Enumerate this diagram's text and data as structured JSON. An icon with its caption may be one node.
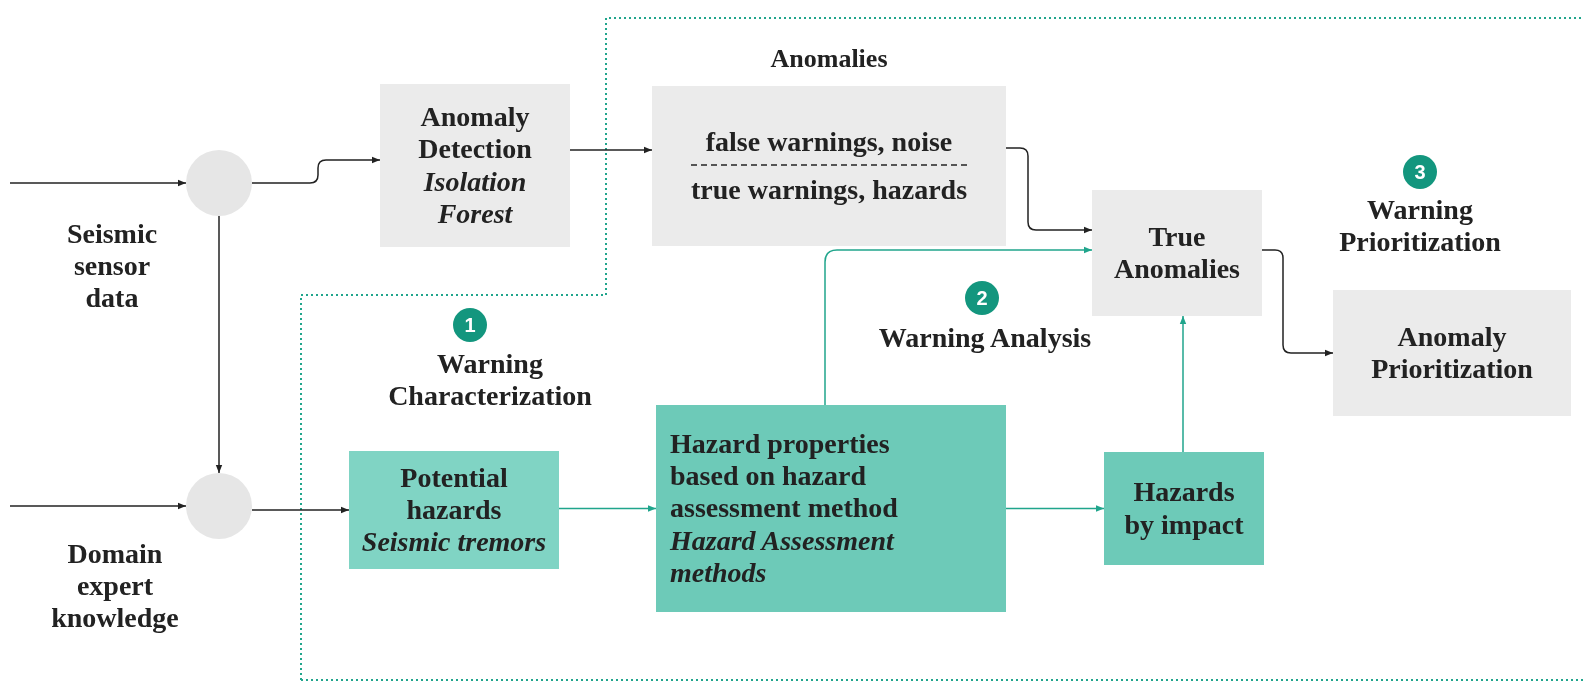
{
  "diagram": {
    "nodes": [
      {
        "text": [],
        "shape": "circle"
      },
      {
        "text": [],
        "shape": "circle"
      },
      {
        "text": [
          "Anomaly Detection",
          "Isolation Forest"
        ]
      },
      {
        "text": [
          "Anomalies",
          "false warnings, noise",
          "true warnings, hazards"
        ]
      },
      {
        "text": [
          "True Anomalies"
        ]
      },
      {
        "text": [
          "Anomaly Prioritization"
        ]
      },
      {
        "text": [
          "Potential hazards",
          "Seismic tremors"
        ]
      },
      {
        "text": [
          "Hazard properties based on hazard assessment method",
          "Hazard Assessment methods"
        ]
      },
      {
        "text": [
          "Hazards by impact"
        ]
      }
    ],
    "edges": [
      {
        "from": null,
        "to": 0,
        "arrow": "to"
      },
      {
        "from": null,
        "to": 1,
        "arrow": "to"
      },
      {
        "from": 0,
        "to": 2,
        "arrow": "to"
      },
      {
        "from": 0,
        "to": 1,
        "arrow": "to"
      },
      {
        "from": 1,
        "to": 6,
        "arrow": "to"
      },
      {
        "from": 2,
        "to": 3,
        "arrow": "to"
      },
      {
        "from": 3,
        "to": 4,
        "arrow": "to"
      },
      {
        "from": 6,
        "to": 7,
        "arrow": "to",
        "color": "#20a58c"
      },
      {
        "from": 7,
        "to": 8,
        "arrow": "to",
        "color": "#20a58c"
      },
      {
        "from": 7,
        "to": 4,
        "arrow": "to",
        "color": "#20a58c"
      },
      {
        "from": 8,
        "to": 4,
        "arrow": "to",
        "color": "#20a58c"
      },
      {
        "from": 4,
        "to": 5,
        "arrow": "to"
      }
    ],
    "labels": [
      "Seismic sensor data",
      "Domain expert knowledge",
      "1",
      "Warning Characterization",
      "2",
      "Warning Analysis",
      "3",
      "Warning Prioritization"
    ]
  }
}
